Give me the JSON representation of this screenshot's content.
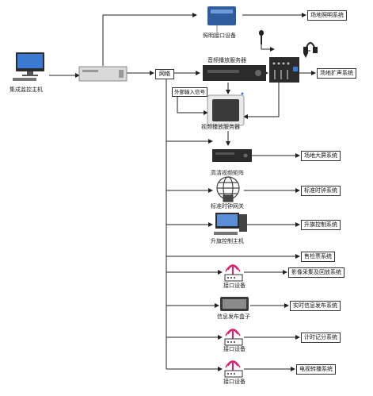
{
  "nodes": {
    "host": "集成监控主机",
    "lighting_device": "照明接口设备",
    "audio_server": "音频播放服务器",
    "network": "网络",
    "external_input": "外部输入信号",
    "video_server": "视频播放服务器",
    "matrix": "高清视频矩阵",
    "clock_gateway": "标准时钟网关",
    "flag_host": "升旗控制主机",
    "interface_1": "接口设备",
    "info_box": "信息发布盒子",
    "interface_2": "接口设备",
    "interface_3": "接口设备"
  },
  "systems": {
    "lighting": "场地照明系统",
    "pa": "场地扩声系统",
    "screen": "场地大屏系统",
    "clock": "标准时钟系统",
    "flag": "升旗控制系统",
    "ticket": "售检票系统",
    "video_capture": "影像采集及回放系统",
    "info_release": "实时信息发布系统",
    "timing": "计时记分系统",
    "tv_relay": "电视转播系统"
  },
  "colors": {
    "line": "#222222",
    "antenna": "#e0206e",
    "device_dark": "#2b2b2b",
    "device_silver": "#d9d9d9"
  }
}
